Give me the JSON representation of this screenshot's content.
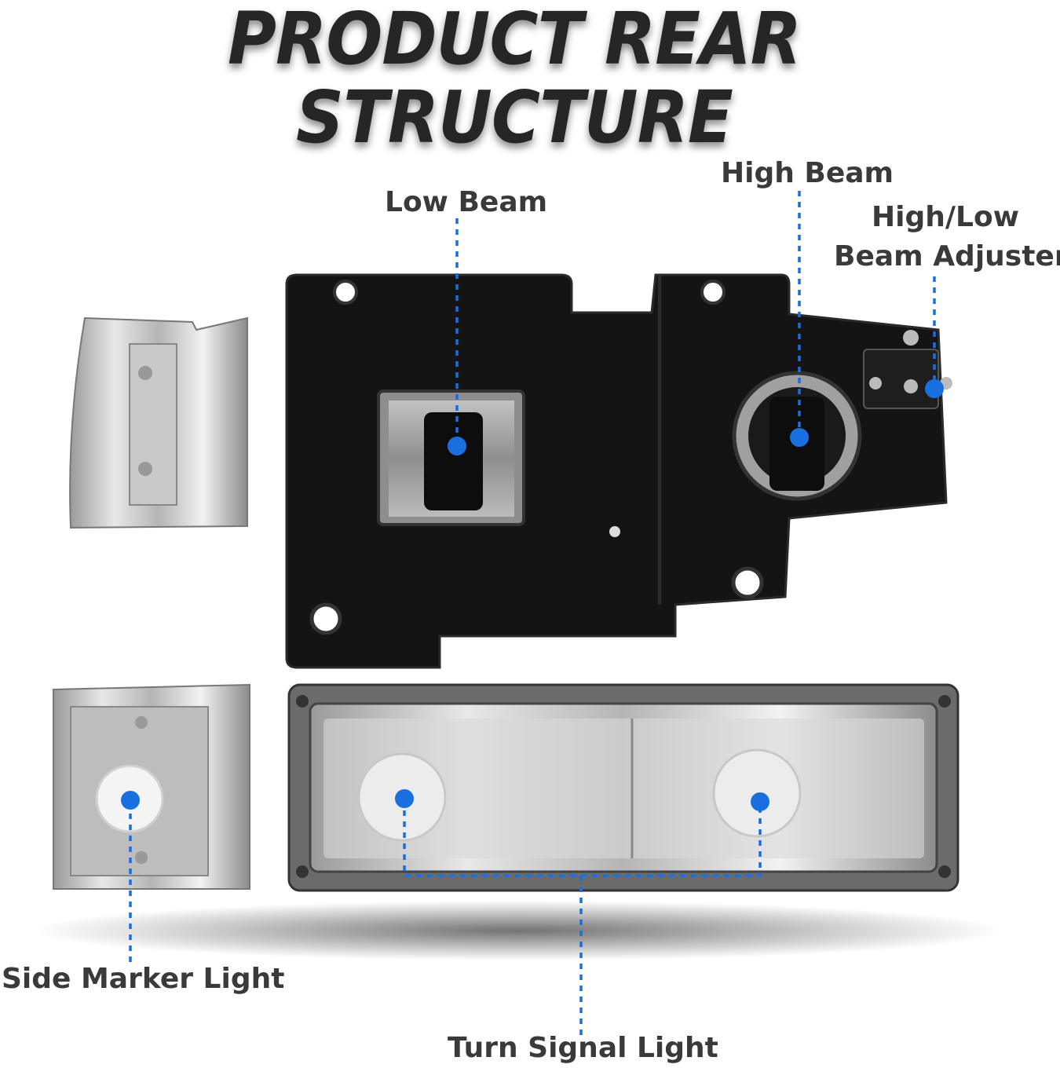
{
  "title": "PRODUCT REAR STRUCTURE",
  "callouts": {
    "low_beam": "Low Beam",
    "high_beam": "High Beam",
    "adjuster_line1": "High/Low",
    "adjuster_line2": "Beam Adjuster",
    "side_marker": "Side Marker Light",
    "turn_signal": "Turn Signal Light"
  },
  "colors": {
    "callout_blue": "#1a6fe0",
    "label_text": "#3a3a3a",
    "housing_black": "#141414"
  }
}
